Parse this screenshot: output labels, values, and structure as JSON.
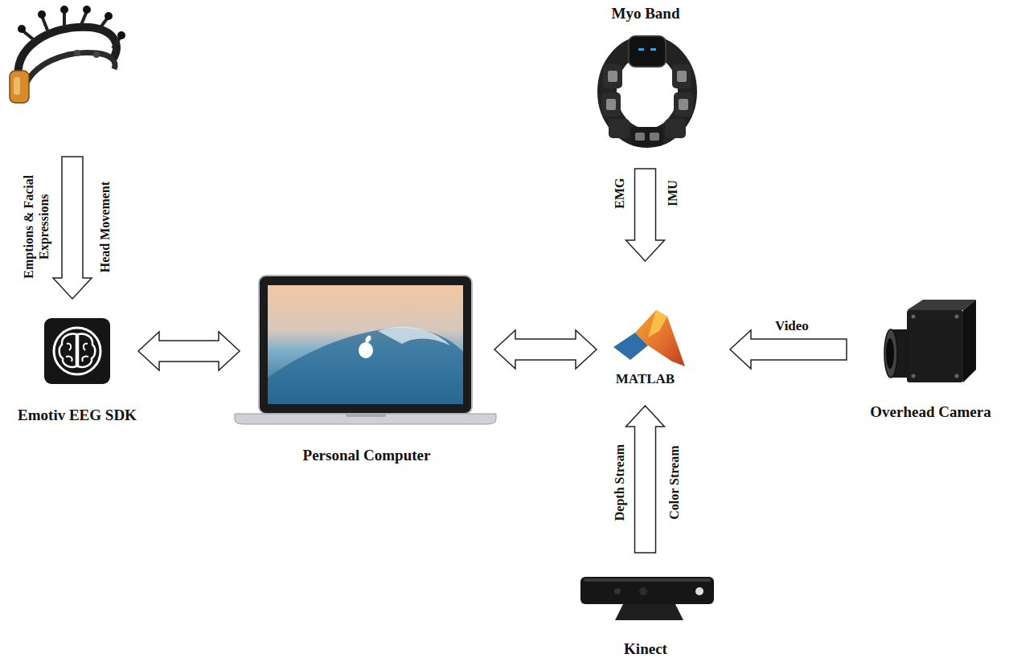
{
  "diagram": {
    "nodes": [
      {
        "text": [
          "Myo Band"
        ]
      },
      {
        "text": [
          "Emotiv EEG SDK"
        ]
      },
      {
        "text": [
          "Personal Computer"
        ]
      },
      {
        "text": [
          "MATLAB"
        ]
      },
      {
        "text": [
          "Overhead Camera"
        ]
      },
      {
        "text": [
          "Kinect"
        ]
      }
    ],
    "edges": [
      {
        "from": 0,
        "to": 3,
        "arrow": "to"
      },
      {
        "from": 1,
        "to": 2,
        "arrow": "both"
      },
      {
        "from": 2,
        "to": 3,
        "arrow": "both"
      },
      {
        "from": 4,
        "to": 3,
        "label": "Video",
        "arrow": "to"
      },
      {
        "from": 5,
        "to": 3,
        "arrow": "to"
      }
    ],
    "labels": [
      "Emptions & Facial Expressions",
      "Head Movement",
      "EMG",
      "IMU",
      "Depth Stream",
      "Color Stream"
    ]
  }
}
